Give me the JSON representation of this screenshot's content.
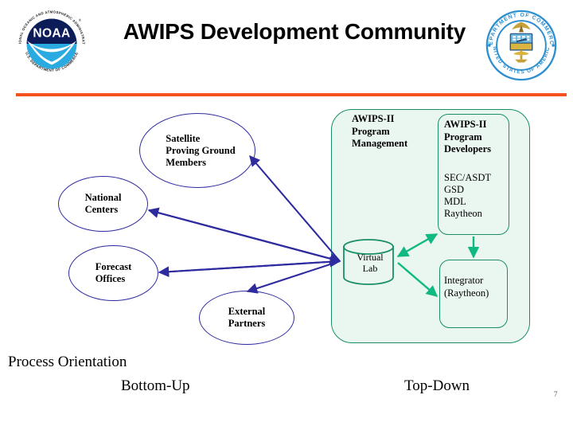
{
  "slide": {
    "title": "AWIPS Development\nCommunity",
    "page_number": "7",
    "accent_rule_color": "#F4511E"
  },
  "logos": {
    "left": {
      "name": "noaa-logo",
      "ring_text_top": "NATIONAL OCEANIC AND ATMOSPHERIC ADMINISTRATION",
      "ring_text_bottom": "U.S. DEPARTMENT OF COMMERCE",
      "wordmark": "NOAA",
      "colors": {
        "dark": "#0B1C59",
        "light": "#29ABE2"
      }
    },
    "right": {
      "name": "department-of-commerce-seal",
      "ring_text_top": "DEPARTMENT OF COMMERCE",
      "ring_text_bottom": "UNITED STATES OF AMERICA",
      "colors": {
        "ring": "#2D8FD0",
        "gold": "#D9B441",
        "shield": "#6FB8E0"
      }
    }
  },
  "community": {
    "ellipses": [
      {
        "id": "satellite",
        "label": "Satellite\nProving Ground\nMembers"
      },
      {
        "id": "national",
        "label": "National\nCenters"
      },
      {
        "id": "forecast",
        "label": "Forecast\nOffices"
      },
      {
        "id": "external",
        "label": "External\nPartners"
      }
    ],
    "ellipse_outline_color": "#2E2B9F"
  },
  "program": {
    "panel_title": "AWIPS-II\nProgram\nManagement",
    "panel_fill": "#EAF7F1",
    "panel_border": "#1A8F66",
    "developers": {
      "title": "AWIPS-II\nProgram\nDevelopers",
      "members": "SEC/ASDT\nGSD\nMDL\nRaytheon"
    },
    "integrator": {
      "label": "Integrator\n(Raytheon)"
    },
    "virtual_lab": {
      "label": "Virtual\nLab"
    },
    "arrow_color": "#10B981"
  },
  "footer": {
    "process_orientation": "Process Orientation",
    "bottom_up": "Bottom-Up",
    "top_down": "Top-Down"
  }
}
